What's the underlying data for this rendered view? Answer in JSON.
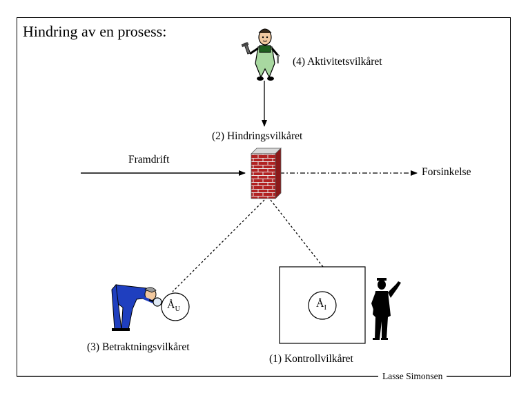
{
  "title": "Hindring av en prosess:",
  "labels": {
    "activity": "(4) Aktivitetsvilkåret",
    "obstacle": "(2) Hindringsvilkåret",
    "progress": "Framdrift",
    "delay": "Forsinkelse",
    "observation": "(3) Betraktningsvilkåret",
    "control": "(1) Kontrollvilkåret"
  },
  "symbols": {
    "u_base": "Å",
    "u_sub": "U",
    "i_base": "Å",
    "i_sub": "I"
  },
  "author": "Lasse Simonsen",
  "icons": [
    "worker-icon",
    "brick-wall-icon",
    "inspector-icon",
    "police-officer-icon"
  ],
  "colors": {
    "brick": "#c0392b",
    "mortar": "#e8e8e8",
    "inspector_suit": "#1f3fbf",
    "worker_overalls": "#a8d8a0"
  }
}
